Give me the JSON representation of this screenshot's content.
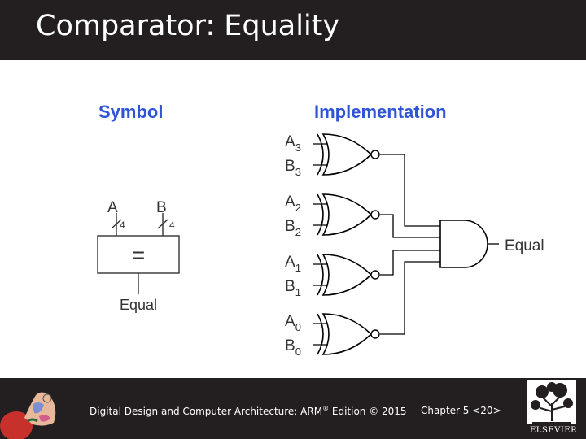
{
  "slide": {
    "title": "Comparator: Equality"
  },
  "diagram": {
    "symbol_heading": "Symbol",
    "implementation_heading": "Implementation",
    "symbol": {
      "input_a": "A",
      "input_b": "B",
      "bus_width_a": "4",
      "bus_width_b": "4",
      "operator": "=",
      "output": "Equal"
    },
    "implementation": {
      "xnor_gates": [
        {
          "a_base": "A",
          "a_sub": "3",
          "b_base": "B",
          "b_sub": "3"
        },
        {
          "a_base": "A",
          "a_sub": "2",
          "b_base": "B",
          "b_sub": "2"
        },
        {
          "a_base": "A",
          "a_sub": "1",
          "b_base": "B",
          "b_sub": "1"
        },
        {
          "a_base": "A",
          "a_sub": "0",
          "b_base": "B",
          "b_sub": "0"
        }
      ],
      "output": "Equal"
    },
    "colors": {
      "heading": "#2f54d6",
      "line": "#000000",
      "symbol_line": "#333333"
    }
  },
  "footer": {
    "book_title_prefix": "Digital Design and Computer Architecture: ARM",
    "registered_mark": "®",
    "book_title_suffix": " Edition © 2015",
    "chapter": "Chapter 5 <20>",
    "publisher_logo_text": "ELSEVIER"
  }
}
